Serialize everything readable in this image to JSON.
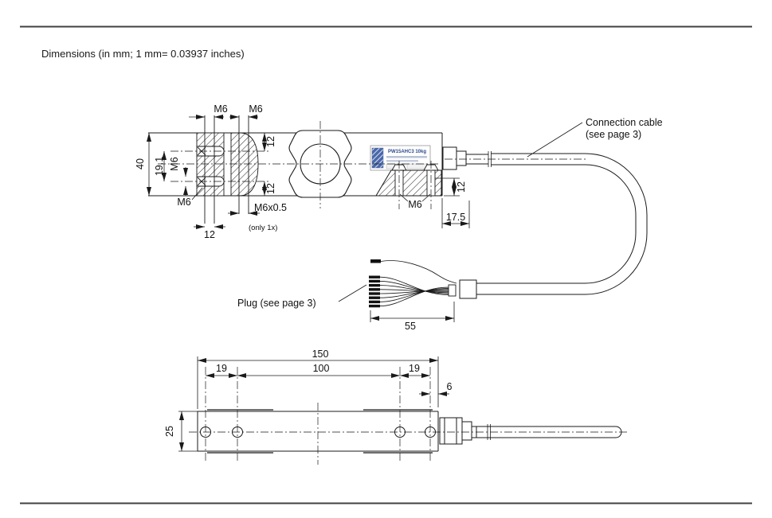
{
  "page": {
    "note": "Dimensions (in mm; 1 mm= 0.03937 inches)"
  },
  "product_label": {
    "title": "PW15AHC3 10kg"
  },
  "callouts": {
    "connection_cable_line1": "Connection cable",
    "connection_cable_line2": "(see page 3)",
    "plug": "Plug (see page 3)"
  },
  "side_view": {
    "m6_top_left": "M6",
    "m6_top_right": "M6",
    "body_height": "40",
    "hole_pitch_vertical": "19.1",
    "m6_vertical": "M6",
    "m6_lower_left": "M6",
    "thread_special": "M6x0.5",
    "thread_special_note": "(only 1x)",
    "hole_pitch_bottom": "12",
    "offset_top": "12",
    "offset_bottom": "12",
    "m6_right": "M6",
    "offset_right": "12",
    "gland_length": "17.5"
  },
  "plug_detail": {
    "strip_length": "55"
  },
  "bottom_view": {
    "overall_length": "150",
    "pitch_left": "19",
    "pitch_center": "100",
    "pitch_right": "19",
    "edge_offset": "6",
    "body_width": "25"
  }
}
